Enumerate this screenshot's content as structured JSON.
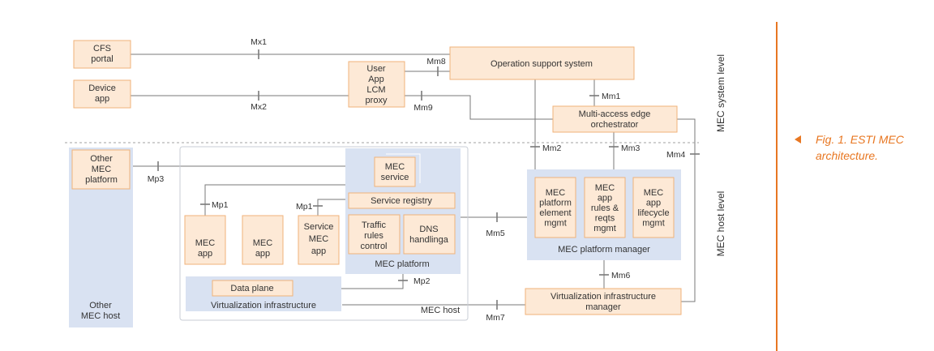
{
  "labels": {
    "cfs_portal": [
      "CFS",
      "portal"
    ],
    "device_app": [
      "Device",
      "app"
    ],
    "user_app_lcm": [
      "User",
      "App",
      "LCM",
      "proxy"
    ],
    "oss": [
      "Operation support system"
    ],
    "meo": [
      "Multi-access  edge",
      "orchestrator"
    ],
    "other_mec_platform": [
      "Other",
      "MEC",
      "platform"
    ],
    "other_mec_host": [
      "Other",
      "MEC host"
    ],
    "mec_service": [
      "MEC",
      "service"
    ],
    "service_registry": [
      "Service registry"
    ],
    "traffic_rules": [
      "Traffic",
      "rules",
      "control"
    ],
    "dns_handling": [
      "DNS",
      "handlinga"
    ],
    "mec_platform": [
      "MEC platform"
    ],
    "mec_app_1": [
      "MEC",
      "app"
    ],
    "mec_app_2": [
      "MEC",
      "app"
    ],
    "service_mec_app": [
      "Service",
      "MEC",
      "app"
    ],
    "data_plane": [
      "Data plane"
    ],
    "virt_infra": [
      "Virtualization infrastructure"
    ],
    "mec_host": [
      "MEC host"
    ],
    "platform_element_mgmt": [
      "MEC",
      "platform",
      "element",
      "mgmt"
    ],
    "app_rules_reqts_mgmt": [
      "MEC",
      "app",
      "rules &",
      "reqts",
      "mgmt"
    ],
    "app_lifecycle_mgmt": [
      "MEC",
      "app",
      "lifecycle",
      "mgmt"
    ],
    "mec_platform_manager": [
      "MEC platform manager"
    ],
    "vim": [
      "Virtualization infrastructure",
      "manager"
    ]
  },
  "ref_points": {
    "mx1": "Mx1",
    "mx2": "Mx2",
    "mm8": "Mm8",
    "mm9": "Mm9",
    "mm1": "Mm1",
    "mm2": "Mm2",
    "mm3": "Mm3",
    "mm4": "Mm4",
    "mp3": "Mp3",
    "mp1_a": "Mp1",
    "mp1_b": "Mp1",
    "mm5": "Mm5",
    "mm6": "Mm6",
    "mp2": "Mp2",
    "mm7": "Mm7"
  },
  "levels": {
    "system": "MEC system level",
    "host": "MEC host level"
  },
  "caption": "Fig. 1. ESTI MEC architecture.",
  "colors": {
    "box_fill": "#fde9d6",
    "box_stroke": "#f0b27a",
    "group_fill": "#d9e2f2",
    "line": "#7a7a7a",
    "accent": "#e87722"
  }
}
